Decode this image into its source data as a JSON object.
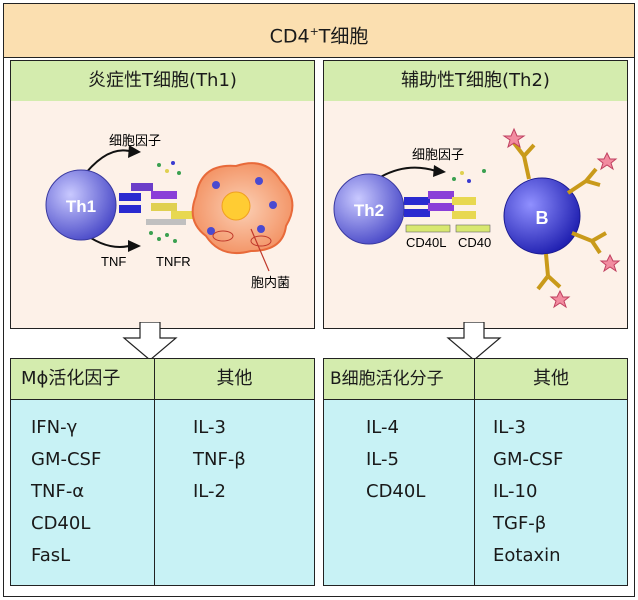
{
  "title": {
    "main": "CD4",
    "sup": "+",
    "suffix": "T细胞"
  },
  "th1": {
    "header": "炎症性T细胞(Th1)",
    "cell_label": "Th1",
    "cytokine_label": "细胞因子",
    "tnf_label": "TNF",
    "tnfr_label": "TNFR",
    "bacteria_label": "胞内菌"
  },
  "th2": {
    "header": "辅助性T细胞(Th2)",
    "cell_label": "Th2",
    "cytokine_label": "细胞因子",
    "cd40l_label": "CD40L",
    "cd40_label": "CD40",
    "b_label": "B"
  },
  "lists": {
    "m_activation": {
      "header": "Mϕ活化因子",
      "items": [
        "IFN-γ",
        "GM-CSF",
        "TNF-α",
        "CD40L",
        "FasL"
      ]
    },
    "th1_other": {
      "header": "其他",
      "items": [
        "IL-3",
        "TNF-β",
        "IL-2"
      ]
    },
    "b_activation": {
      "header": "B细胞活化分子",
      "items": [
        "IL-4",
        "IL-5",
        "CD40L"
      ]
    },
    "th2_other": {
      "header": "其他",
      "items": [
        "IL-3",
        "GM-CSF",
        "IL-10",
        "TGF-β",
        "Eotaxin"
      ]
    }
  },
  "colors": {
    "title_bg": "#fbdfb0",
    "header_bg": "#d4ecae",
    "panel_bg": "#fdf1e8",
    "list_bg": "#c8f2f5",
    "t_cell": "#5b5bd6",
    "b_cell": "#2f2fc8",
    "macrophage": "#f8a57a"
  }
}
